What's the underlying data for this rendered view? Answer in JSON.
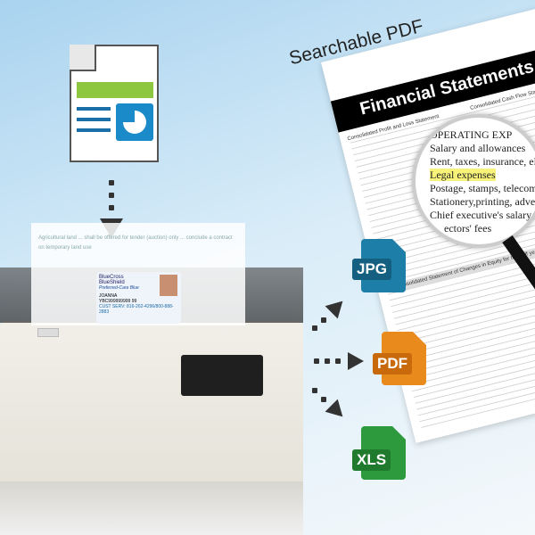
{
  "headline": "Searchable PDF",
  "document": {
    "title": "Financial Statements",
    "section_left": "Consolidated Profit and Loss Statement",
    "section_right": "Consolidated Cash Flow Statement",
    "section_bottom": "Consolidated Statement of Changes in Equity for the half year"
  },
  "magnifier": {
    "lines": [
      "OPERATING EXP",
      "Salary and allowances",
      "Rent, taxes, insurance, elec",
      "Legal expenses",
      "Postage, stamps, telecommu",
      "Stationery,printing, adverti",
      "Chief executive's salary",
      "ectors' fees"
    ],
    "highlighted_index": 3,
    "highlight_color": "#f6f27a"
  },
  "scanned_card": {
    "brand1": "BlueCross",
    "brand2": "BlueShield",
    "plan": "Preferred-Care Blue",
    "name": "JOANNA",
    "id": "YBC999999999 99",
    "service": "CUST SERV: 816-262-4296/800-888-2883"
  },
  "file_formats": [
    {
      "label": "JPG",
      "color": "#1d7fa8"
    },
    {
      "label": "PDF",
      "color": "#e88a1c"
    },
    {
      "label": "XLS",
      "color": "#2e9a3e"
    }
  ]
}
